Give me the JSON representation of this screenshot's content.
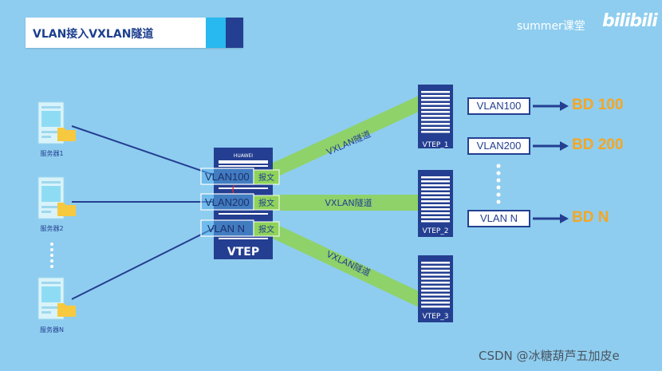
{
  "title": "VLAN接入VXLAN隧道",
  "brand": "summer课堂",
  "brand_logo": "bilibili",
  "watermark": "CSDN @冰糖葫芦五加皮e",
  "servers": [
    {
      "label": "服务器1"
    },
    {
      "label": "服务器2"
    },
    {
      "label": "服务器N"
    }
  ],
  "center_vtep": {
    "label": "VTEP",
    "vendor": "HUAWEI",
    "ports": [
      {
        "vlan": "VLAN100",
        "packet": "报文"
      },
      {
        "vlan": "VLAN200",
        "packet": "报文"
      },
      {
        "vlan": "VLAN N",
        "packet": "报文"
      }
    ]
  },
  "tunnels": [
    {
      "label": "VXLAN隧道"
    },
    {
      "label": "VXLAN隧道"
    },
    {
      "label": "VXLAN隧道"
    }
  ],
  "remote_vteps": [
    {
      "label": "VTEP_1"
    },
    {
      "label": "VTEP_2"
    },
    {
      "label": "VTEP_3"
    }
  ],
  "mappings": [
    {
      "vlan": "VLAN100",
      "bd": "BD 100"
    },
    {
      "vlan": "VLAN200",
      "bd": "BD 200"
    },
    {
      "vlan": "VLAN N",
      "bd": "BD N"
    }
  ],
  "colors": {
    "background": "#8ecdef",
    "navy": "#243f91",
    "tunnel": "#8fd35a",
    "bd": "#f5a623",
    "cyan": "#27b9ef"
  }
}
